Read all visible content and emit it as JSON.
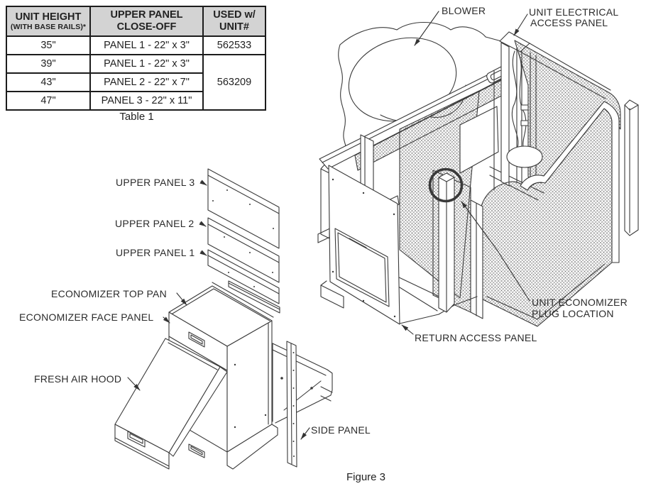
{
  "table": {
    "caption": "Table 1",
    "columns": [
      {
        "line1": "UNIT HEIGHT",
        "line2": "(WITH BASE RAILS)*"
      },
      {
        "line1": "UPPER PANEL",
        "line2": "CLOSE-OFF"
      },
      {
        "line1": "USED w/",
        "line2": "UNIT#"
      }
    ],
    "rows": [
      {
        "height": "35\"",
        "panel": "PANEL 1 - 22\" x 3\"",
        "unit": "562533"
      },
      {
        "height": "39\"",
        "panel": "PANEL 1 - 22\" x 3\""
      },
      {
        "height": "43\"",
        "panel": "PANEL 2 - 22\" x 7\"",
        "unit": "563209"
      },
      {
        "height": "47\"",
        "panel": "PANEL 3 - 22\" x 11\""
      }
    ]
  },
  "figure": {
    "caption": "Figure 3",
    "labels": {
      "blower": "BLOWER",
      "unit_electrical_line1": "UNIT ELECTRICAL",
      "unit_electrical_line2": "ACCESS PANEL",
      "upper_panel_3": "UPPER PANEL 3",
      "upper_panel_2": "UPPER PANEL 2",
      "upper_panel_1": "UPPER PANEL 1",
      "economizer_top_pan": "ECONOMIZER TOP PAN",
      "economizer_face_panel": "ECONOMIZER FACE PANEL",
      "fresh_air_hood": "FRESH AIR HOOD",
      "side_panel": "SIDE PANEL",
      "unit_economizer_line1": "UNIT ECONOMIZER",
      "unit_economizer_line2": "PLUG LOCATION",
      "return_access_panel": "RETURN ACCESS PANEL"
    }
  },
  "colors": {
    "line": "#3a3a3a",
    "text": "#2b2b2b",
    "table_header_bg": "#d3d3d3",
    "table_border": "#1c1c1c",
    "background": "#ffffff"
  }
}
